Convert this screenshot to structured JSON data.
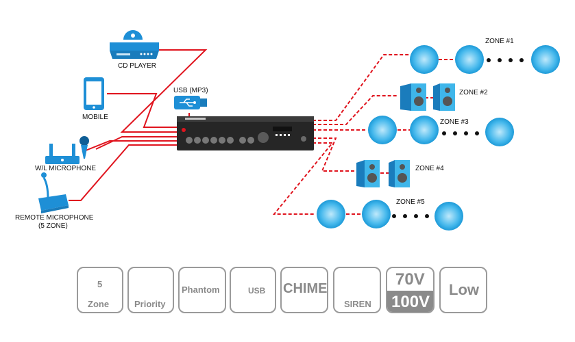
{
  "sources": {
    "cd_player": "CD PLAYER",
    "mobile": "MOBILE",
    "usb": "USB (MP3)",
    "wl_microphone": "W/L MICROPHONE",
    "remote_mic_line1": "REMOTE MICROPHONE",
    "remote_mic_line2": "(5 ZONE)"
  },
  "zones": {
    "zone1": "ZONE #1",
    "zone2": "ZONE #2",
    "zone3": "ZONE #3",
    "zone4": "ZONE #4",
    "zone5": "ZONE #5"
  },
  "features": {
    "zone_number": "5",
    "zone_label": "Zone",
    "priority": "Priority",
    "phantom": "Phantom",
    "usb": "USB",
    "chime": "CHIME",
    "siren": "SIREN",
    "v70": "70V",
    "v100": "100V",
    "low": "Low"
  },
  "colors": {
    "wire": "#e0141e",
    "device_blue": "#1e8fd6",
    "ceiling_speaker": "#3fb6ea",
    "badge_gray": "#8a8a8a"
  }
}
